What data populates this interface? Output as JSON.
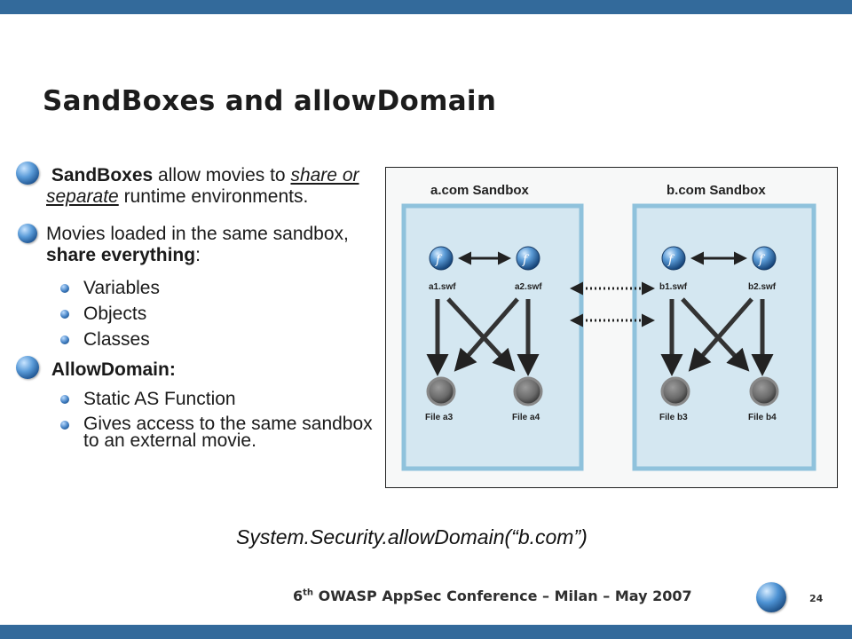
{
  "slide": {
    "title": "SandBoxes and allowDomain",
    "bullets": [
      {
        "term": "SandBoxes",
        "text_after_term": " allow movies to",
        "underlined": "share or separate",
        "text_end": " runtime environments."
      },
      {
        "text_start": "Movies loaded in the same sandbox, ",
        "bold": "share everything",
        "text_end": ":",
        "sub_items": [
          "Variables",
          "Objects",
          "Classes"
        ]
      },
      {
        "term": "AllowDomain:",
        "sub_items": [
          "Static AS Function",
          "Gives access to the same sandbox to an external movie."
        ]
      }
    ],
    "caption": "System.Security.allowDomain(“b.com”)"
  },
  "diagram": {
    "sandboxes": [
      {
        "label": "a.com Sandbox",
        "movies": [
          "a1.swf",
          "a2.swf"
        ],
        "files": [
          "File a3",
          "File a4"
        ]
      },
      {
        "label": "b.com Sandbox",
        "movies": [
          "b1.swf",
          "b2.swf"
        ],
        "files": [
          "File b3",
          "File b4"
        ]
      }
    ],
    "colors": {
      "box_fill": "#d4e7f1",
      "box_border": "#8fc2dc",
      "arrow": "#222222"
    }
  },
  "footer": {
    "ordinal_number": "6",
    "ordinal_suffix": "th",
    "text": " OWASP AppSec Conference – Milan – May 2007",
    "page_number": "24"
  }
}
